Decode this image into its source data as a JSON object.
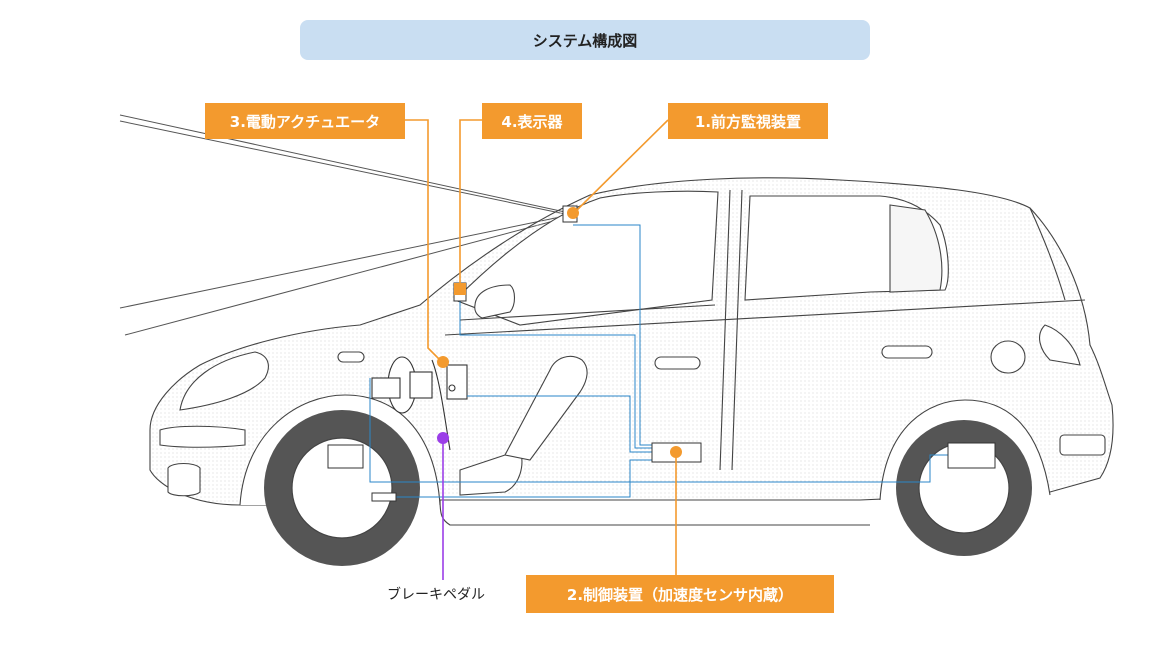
{
  "title": "システム構成図",
  "callouts": {
    "front_monitor": "1.前方監視装置",
    "controller": "2.制御装置（加速度センサ内蔵）",
    "actuator": "3.電動アクチュエータ",
    "display": "4.表示器"
  },
  "brake_pedal": "ブレーキペダル",
  "colors": {
    "title_bg": "#c9def2",
    "callout": "#f39a2e",
    "wiring": "#2a86c8",
    "pedal_marker": "#9b3ee8"
  }
}
